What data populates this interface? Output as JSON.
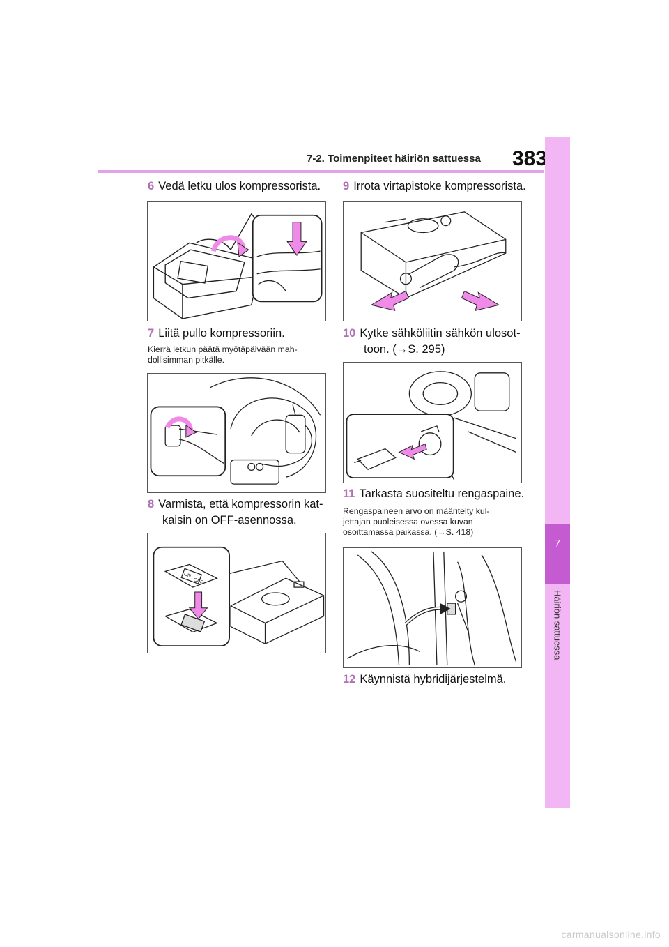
{
  "header": {
    "title": "7-2. Toimenpiteet häiriön sattuessa",
    "page_number": "383"
  },
  "side": {
    "tab_number": "7",
    "label": "Häiriön sattuessa"
  },
  "steps": [
    {
      "num": "6",
      "lines": [
        "Vedä letku ulos kompressorista."
      ]
    },
    {
      "num": "7",
      "lines": [
        "Liitä pullo kompressoriin."
      ],
      "note": [
        "Kierrä letkun päätä myötäpäivään mah-",
        "dollisimman pitkälle."
      ]
    },
    {
      "num": "8",
      "lines": [
        "Varmista, että kompressorin kat-",
        "kaisin on OFF-asennossa."
      ]
    },
    {
      "num": "9",
      "lines": [
        "Irrota virtapistoke kompressorista."
      ]
    },
    {
      "num": "10",
      "lines": [
        "Kytke sähköliitin sähkön ulosot-",
        "toon. (→S. 295)"
      ]
    },
    {
      "num": "11",
      "lines": [
        "Tarkasta suositeltu rengaspaine."
      ],
      "note": [
        "Rengaspaineen arvo on määritelty kul-",
        "jettajan puoleisessa ovessa kuvan",
        "osoittamassa paikassa. (→S. 418)"
      ]
    },
    {
      "num": "12",
      "lines": [
        "Käynnistä hybridijärjestelmä."
      ]
    }
  ],
  "figures": {
    "switch_labels": {
      "on": "ON",
      "off": "OFF"
    }
  },
  "colors": {
    "accent": "#e2a3e8",
    "tab": "#c55bd0",
    "strip": "#f1b6f3",
    "arrow": "#f08ae8",
    "step_number": "#b070b6"
  },
  "footer": "carmanualsonline.info"
}
